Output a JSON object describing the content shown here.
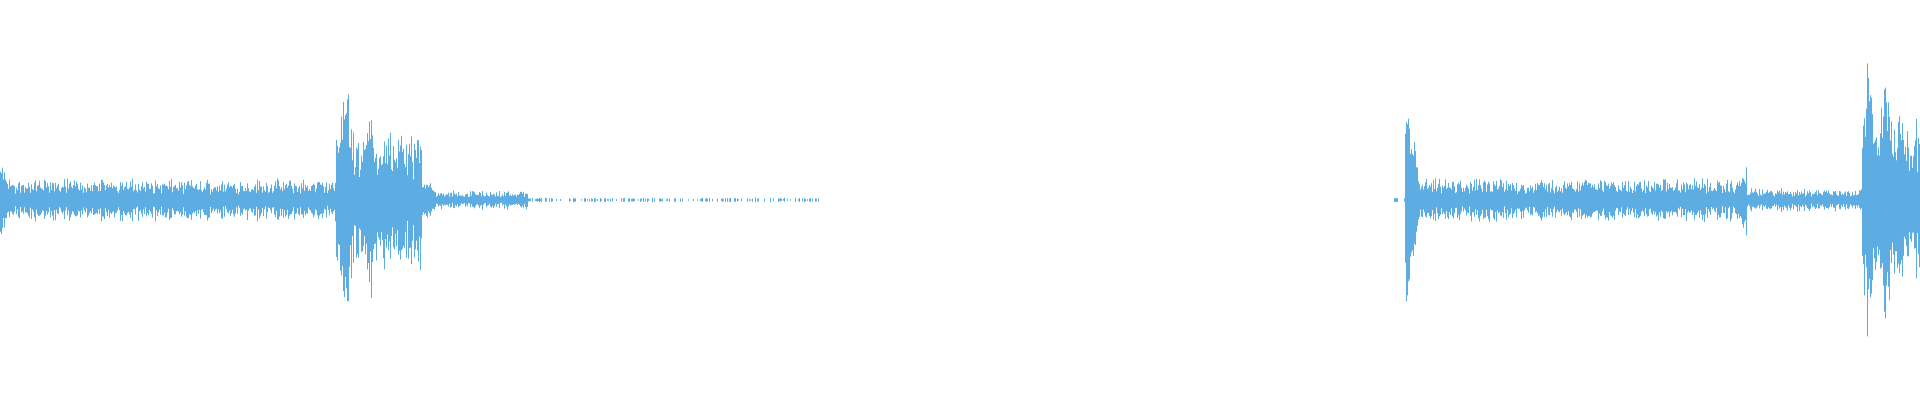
{
  "waveform": {
    "color": "#5dade2",
    "background": "#ffffff",
    "segments": [
      {
        "start": 0.0,
        "end": 0.175,
        "level": 0.09,
        "spikes": [
          {
            "at": 0.0,
            "amp": 0.22
          },
          {
            "at": 0.058,
            "amp": 0.12
          },
          {
            "at": 0.1,
            "amp": 0.11
          }
        ]
      },
      {
        "start": 0.175,
        "end": 0.22,
        "level": 0.3,
        "spikes": [
          {
            "at": 0.18,
            "amp": 0.7
          },
          {
            "at": 0.193,
            "amp": 0.55
          },
          {
            "at": 0.2,
            "amp": 0.35
          }
        ]
      },
      {
        "start": 0.22,
        "end": 0.275,
        "level": 0.04,
        "spikes": [
          {
            "at": 0.222,
            "amp": 0.12
          }
        ]
      },
      {
        "start": 0.275,
        "end": 0.43,
        "level": 0.01,
        "spikes": [],
        "sparse": true
      },
      {
        "start": 0.726,
        "end": 0.735,
        "level": 0.01,
        "spikes": [],
        "sparse": true
      },
      {
        "start": 0.732,
        "end": 0.91,
        "level": 0.09,
        "spikes": [
          {
            "at": 0.733,
            "amp": 0.6
          },
          {
            "at": 0.828,
            "amp": 0.12
          },
          {
            "at": 0.91,
            "amp": 0.22
          }
        ]
      },
      {
        "start": 0.91,
        "end": 0.97,
        "level": 0.05,
        "spikes": []
      },
      {
        "start": 0.97,
        "end": 1.0,
        "level": 0.35,
        "spikes": [
          {
            "at": 0.973,
            "amp": 0.8
          },
          {
            "at": 0.982,
            "amp": 0.75
          },
          {
            "at": 0.99,
            "amp": 0.5
          }
        ]
      }
    ]
  }
}
